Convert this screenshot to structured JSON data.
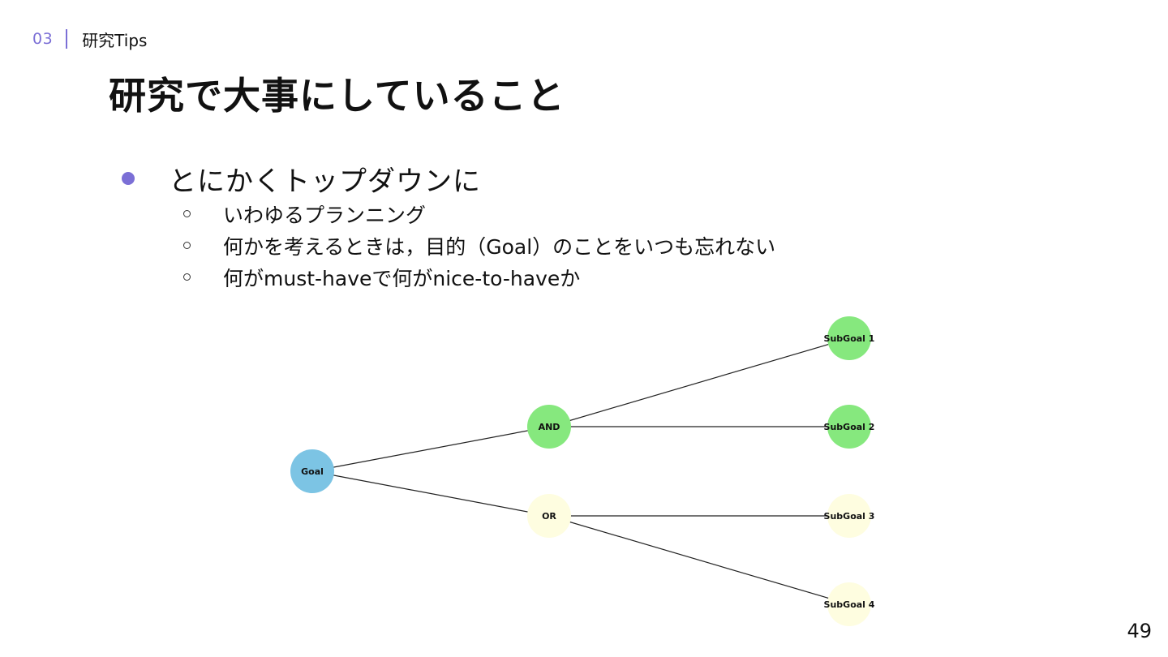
{
  "header": {
    "section_number": "03",
    "section_label": "研究Tips"
  },
  "title": "研究で大事にしていること",
  "bullets": {
    "main": "とにかくトップダウンに",
    "sub": [
      "いわゆるプランニング",
      "何かを考えるときは，目的（Goal）のことをいつも忘れない",
      "何がmust-haveで何がnice-to-haveか"
    ]
  },
  "diagram": {
    "nodes": {
      "goal": {
        "label": "Goal",
        "color": "#7cc4e4"
      },
      "and": {
        "label": "AND",
        "color": "#86e87e"
      },
      "or": {
        "label": "OR",
        "color": "#fefde0"
      },
      "sub1": {
        "label": "SubGoal 1",
        "color": "#86e87e"
      },
      "sub2": {
        "label": "SubGoal 2",
        "color": "#86e87e"
      },
      "sub3": {
        "label": "SubGoal 3",
        "color": "#fefde0"
      },
      "sub4": {
        "label": "SubGoal 4",
        "color": "#fefde0"
      }
    },
    "edges": [
      [
        "goal",
        "and"
      ],
      [
        "goal",
        "or"
      ],
      [
        "and",
        "sub1"
      ],
      [
        "and",
        "sub2"
      ],
      [
        "or",
        "sub3"
      ],
      [
        "or",
        "sub4"
      ]
    ]
  },
  "page_number": "49"
}
